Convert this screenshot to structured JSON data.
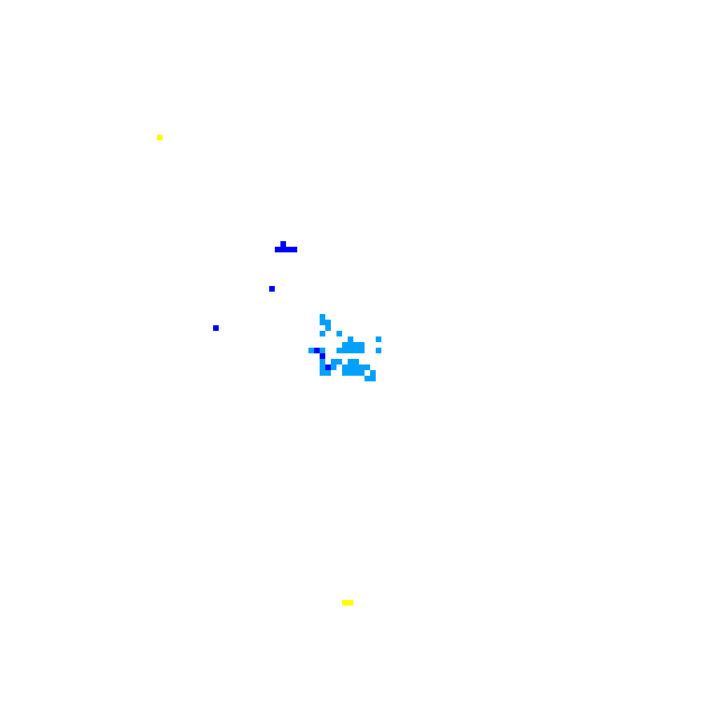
{
  "palette": {
    "background": "#ffffff",
    "yellow": "#ffff00",
    "blue": "#0000ff",
    "light_blue": "#00a0ff"
  },
  "grid_cells": {
    "cols": 125,
    "rows": 125
  },
  "groups": [
    {
      "name": "yellow-marker-top",
      "color": "yellow",
      "cells": [
        [
          28,
          24
        ]
      ]
    },
    {
      "name": "yellow-marker-bottom",
      "color": "yellow",
      "cells": [
        [
          61,
          107
        ],
        [
          62,
          107
        ]
      ]
    },
    {
      "name": "blue-cluster-top",
      "color": "blue",
      "cells": [
        [
          50,
          43
        ],
        [
          49,
          44
        ],
        [
          50,
          44
        ],
        [
          51,
          44
        ],
        [
          52,
          44
        ]
      ]
    },
    {
      "name": "blue-single-mid",
      "color": "blue",
      "cells": [
        [
          48,
          51
        ]
      ]
    },
    {
      "name": "blue-single-left",
      "color": "blue",
      "cells": [
        [
          38,
          58
        ]
      ]
    },
    {
      "name": "blue-trail",
      "color": "blue",
      "cells": [
        [
          56,
          62
        ],
        [
          57,
          63
        ],
        [
          58,
          65
        ]
      ]
    },
    {
      "name": "light-blue-mass",
      "color": "light_blue",
      "cells": [
        [
          57,
          56
        ],
        [
          57,
          57
        ],
        [
          58,
          57
        ],
        [
          58,
          58
        ],
        [
          57,
          59
        ],
        [
          60,
          59
        ],
        [
          62,
          60
        ],
        [
          63,
          61
        ],
        [
          61,
          61
        ],
        [
          62,
          61
        ],
        [
          64,
          61
        ],
        [
          62,
          61
        ],
        [
          67,
          60
        ],
        [
          61,
          62
        ],
        [
          62,
          62
        ],
        [
          63,
          62
        ],
        [
          64,
          62
        ],
        [
          60,
          62
        ],
        [
          55,
          62
        ],
        [
          57,
          62
        ],
        [
          67,
          62
        ],
        [
          57,
          64
        ],
        [
          59,
          64
        ],
        [
          60,
          64
        ],
        [
          62,
          64
        ],
        [
          63,
          64
        ],
        [
          57,
          65
        ],
        [
          59,
          65
        ],
        [
          61,
          65
        ],
        [
          62,
          65
        ],
        [
          63,
          65
        ],
        [
          64,
          65
        ],
        [
          65,
          65
        ],
        [
          57,
          66
        ],
        [
          58,
          66
        ],
        [
          61,
          66
        ],
        [
          62,
          66
        ],
        [
          63,
          66
        ],
        [
          64,
          66
        ],
        [
          66,
          66
        ],
        [
          65,
          67
        ],
        [
          66,
          67
        ]
      ]
    }
  ]
}
